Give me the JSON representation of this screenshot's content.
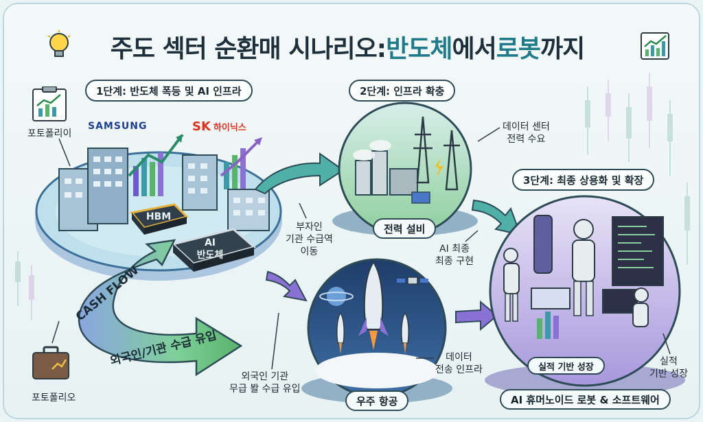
{
  "title": {
    "part1": "주도 섹터 순환매 시나리오: ",
    "highlight1": "반도체",
    "part2": "에서 ",
    "highlight2": "로봇",
    "part3": "까지"
  },
  "stages": {
    "stage1": "1단계: 반도체 폭등 및 AI 인프라",
    "stage2": "2단계: 인프라 확충",
    "stage3": "3단계: 최종 상용화 및 확장"
  },
  "brands": {
    "samsung": "SAMSUNG",
    "sk": "SK",
    "sk_sub": "하이닉스"
  },
  "chips": {
    "hbm": "HBM",
    "ai_line1": "AI",
    "ai_line2": "반도체"
  },
  "portfolio": {
    "top": "포토폴리이",
    "bottom": "포토폴리오"
  },
  "cashflow": {
    "label": "CASH FLOW",
    "inflow": "외국인/기관 수급 유입"
  },
  "nodes": {
    "power": "전력 설비",
    "space": "우주 항공",
    "robot": "AI 휴머노이드 로봇 & 소프트웨어",
    "growth_badge": "실적 기반 성장"
  },
  "notes": {
    "datacenter": [
      "데이터 센터",
      "전력 수요"
    ],
    "shift": [
      "부자인",
      "기관 수급역",
      "이동"
    ],
    "ai_final": [
      "AI 최종",
      "최종 구현"
    ],
    "foreign": [
      "외국인 기관",
      "무급 봘 수급 유입"
    ],
    "datacomm": [
      "데이터",
      "전송 인프라"
    ],
    "growth": [
      "실적",
      "기반 성장"
    ]
  },
  "colors": {
    "teal": "#3a9aa8",
    "green": "#58b36b",
    "purple": "#8a72d4",
    "dark": "#1d2f3a"
  }
}
